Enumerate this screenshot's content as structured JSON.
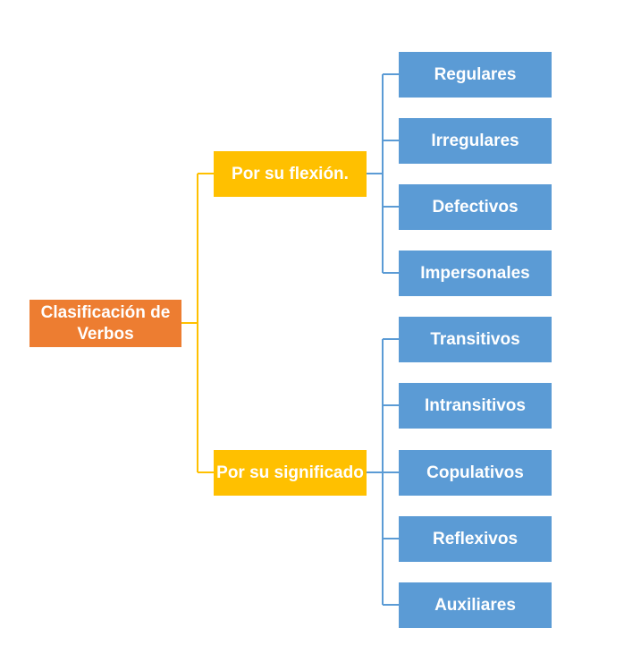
{
  "colors": {
    "root": "#ED7D31",
    "branch": "#FFC000",
    "leaf": "#5B9BD5",
    "connector_root": "#FFC000",
    "connector_branch": "#5B9BD5"
  },
  "root": {
    "label": "Clasificación de Verbos"
  },
  "branches": [
    {
      "label": "Por su flexión.",
      "children": [
        "Regulares",
        "Irregulares",
        "Defectivos",
        "Impersonales"
      ]
    },
    {
      "label": "Por su significado",
      "children": [
        "Transitivos",
        "Intransitivos",
        "Copulativos",
        "Reflexivos",
        "Auxiliares"
      ]
    }
  ]
}
